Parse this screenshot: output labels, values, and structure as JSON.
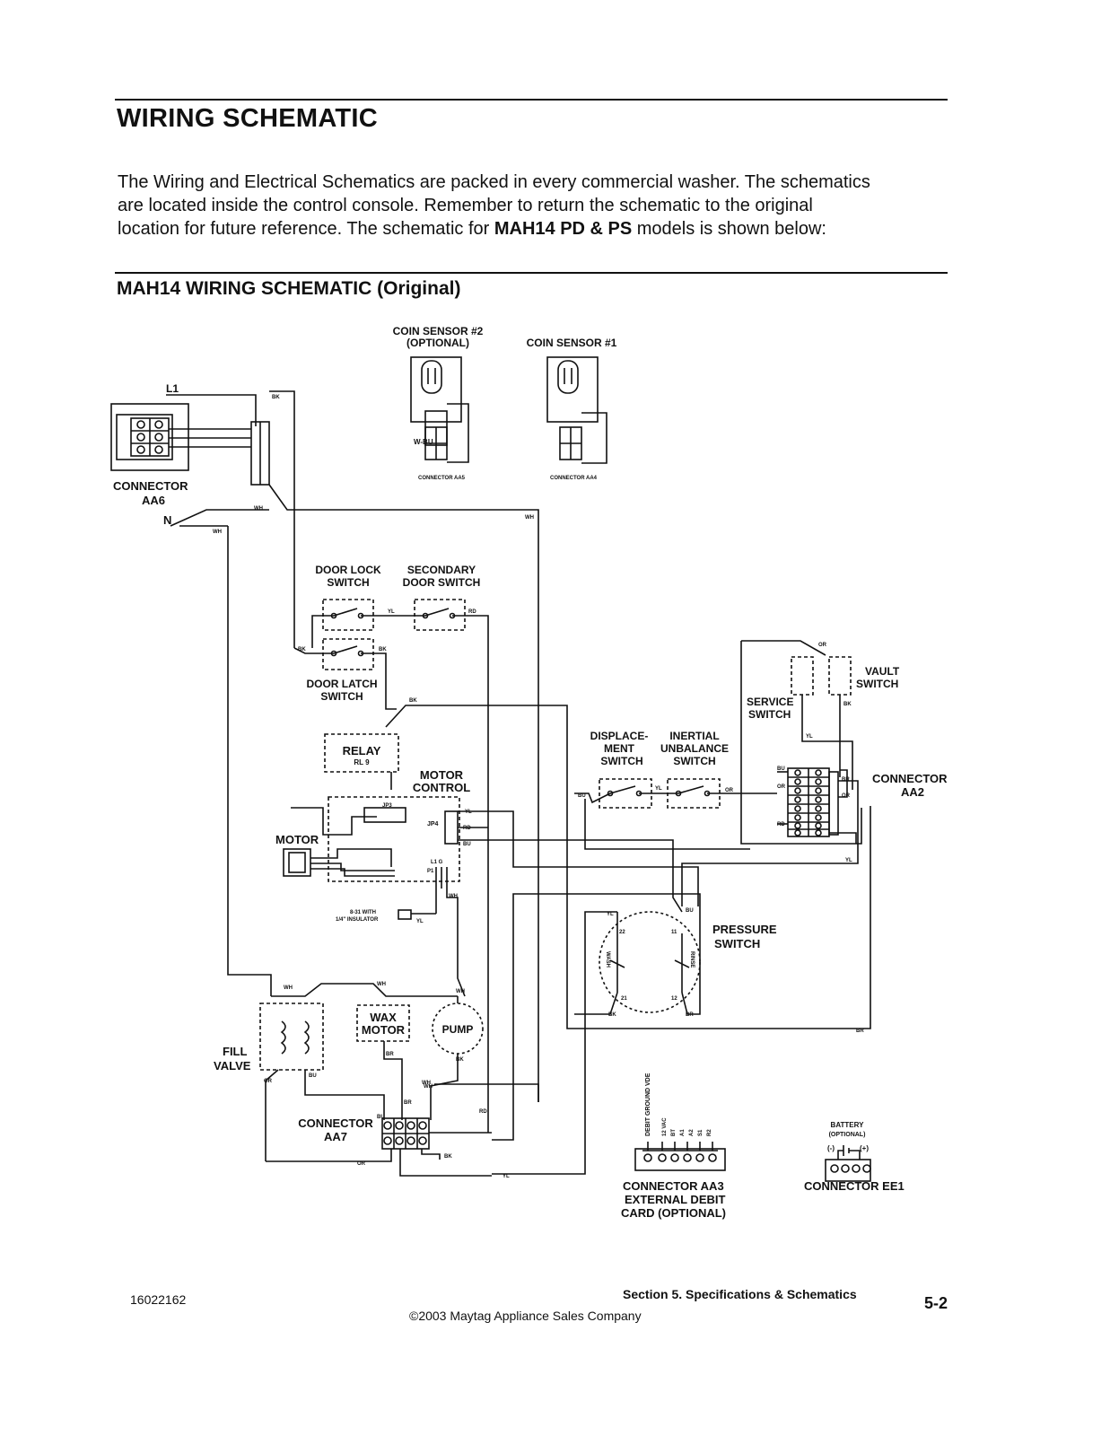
{
  "page": {
    "title": "WIRING SCHEMATIC",
    "intro_lines": [
      "The Wiring and Electrical Schematics are packed in every commercial washer. The schematics",
      "are located inside the control console. Remember to return the schematic to the original",
      "location for future reference. The schematic for "
    ],
    "intro_model": "MAH14 PD & PS",
    "intro_end": " models is shown below:",
    "section_title": "MAH14 WIRING SCHEMATIC (Original)"
  },
  "diagram": {
    "labels": {
      "coin_sensor_2": "COIN SENSOR #2",
      "optional": "(OPTIONAL)",
      "coin_sensor_1": "COIN SENSOR #1",
      "connector_aa5": "CONNECTOR AA5",
      "connector_aa4": "CONNECTOR AA4",
      "l1": "L1",
      "n": "N",
      "connector": "CONNECTOR",
      "aa6": "AA6",
      "door_lock": "DOOR LOCK",
      "switch": "SWITCH",
      "secondary": "SECONDARY",
      "door_switch": "DOOR SWITCH",
      "door_latch": "DOOR LATCH",
      "relay": "RELAY",
      "rl9": "RL 9",
      "motor_control_1": "MOTOR",
      "motor_control_2": "CONTROL",
      "motor": "MOTOR",
      "jp3": "JP3",
      "jp4": "JP4",
      "p1": "P1",
      "l1_g": "L1  G",
      "insulator_1": "8-31 WITH",
      "insulator_2": "1/4\" INSULATOR",
      "vault_1": "VAULT",
      "vault_2": "SWITCH",
      "service_1": "SERVICE",
      "service_2": "SWITCH",
      "displacement_1": "DISPLACE-",
      "displacement_2": "MENT",
      "displacement_3": "SWITCH",
      "inertial_1": "INERTIAL",
      "inertial_2": "UNBALANCE",
      "inertial_3": "SWITCH",
      "connector_aa2_1": "CONNECTOR",
      "connector_aa2_2": "AA2",
      "pressure_1": "PRESSURE",
      "pressure_2": "SWITCH",
      "fill_1": "FILL",
      "fill_2": "VALVE",
      "wax_1": "WAX",
      "wax_2": "MOTOR",
      "pump": "PUMP",
      "connector_aa7_1": "CONNECTOR",
      "connector_aa7_2": "AA7",
      "aa3_1": "CONNECTOR AA3",
      "aa3_2": "EXTERNAL DEBIT",
      "aa3_3": "CARD (OPTIONAL)",
      "debit_ground": "DEBIT GROUND VDE",
      "aa3_pins": [
        "12 VAC",
        "BT",
        "A1",
        "A2",
        "S1",
        "R2"
      ],
      "battery_1": "BATTERY",
      "battery_2": "(OPTIONAL)",
      "battery_minus": "(-)",
      "battery_plus": "(+)",
      "connector_ee1": "CONNECTOR EE1",
      "pressure_terminals": [
        "22",
        "11",
        "21",
        "12"
      ],
      "pressure_states": [
        "WASH",
        "RINSE"
      ]
    },
    "wire_colors": {
      "bk": "BK",
      "wh": "WH",
      "yl": "YL",
      "rd": "RD",
      "bu": "BU",
      "or": "OR",
      "br": "BR",
      "w_bu": "W-BU"
    }
  },
  "footer": {
    "doc_number": "16022162",
    "section": "Section 5.  Specifications & Schematics",
    "copyright": "©2003 Maytag Appliance Sales Company",
    "page_number": "5-2"
  }
}
